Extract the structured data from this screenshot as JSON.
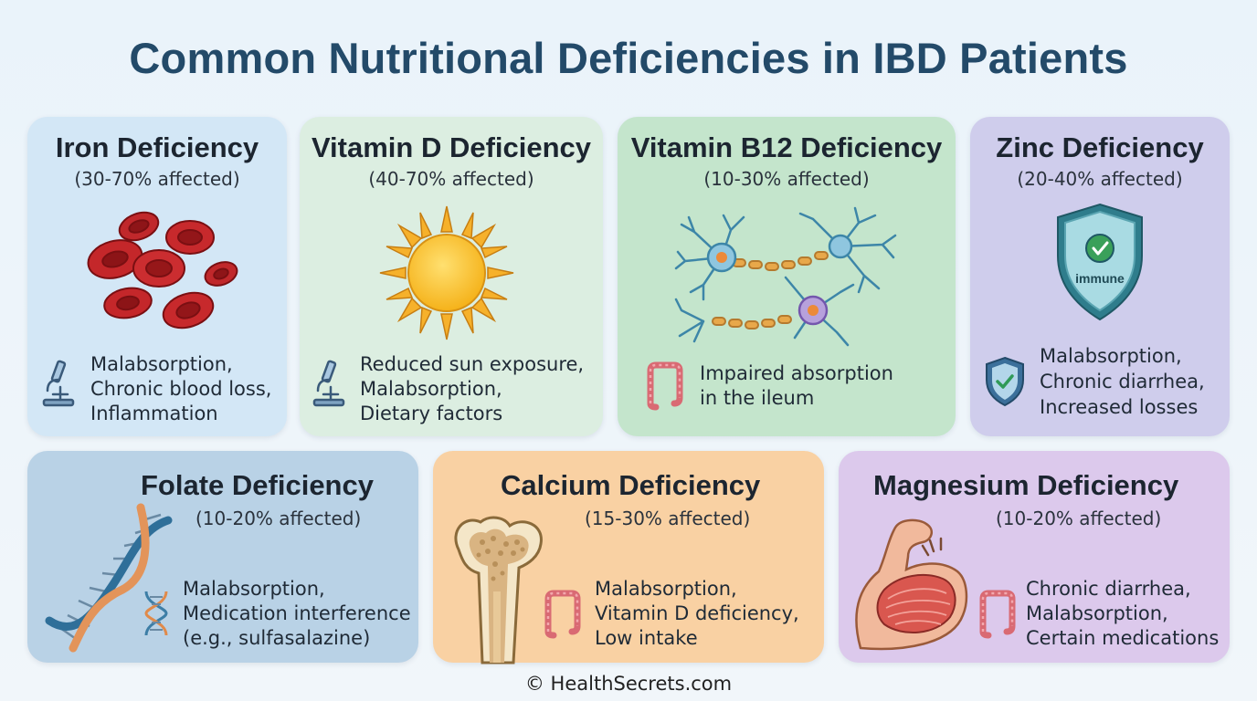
{
  "title": "Common Nutritional Deficiencies in IBD Patients",
  "cards": [
    {
      "id": "iron",
      "title": "Iron Deficiency",
      "subtitle": "(30-70% affected)",
      "causes": [
        "Malabsorption,",
        "Chronic blood loss,",
        "Inflammation"
      ],
      "color": "#d3e7f6",
      "illustration": "red-blood-cells-icon",
      "cause_icon": "microscope-icon"
    },
    {
      "id": "vitamin-d",
      "title": "Vitamin D Deficiency",
      "subtitle": "(40-70% affected)",
      "causes": [
        "Reduced sun exposure,",
        "Malabsorption,",
        "Dietary factors"
      ],
      "color": "#dceee1",
      "illustration": "sun-icon",
      "cause_icon": "microscope-icon"
    },
    {
      "id": "vitamin-b12",
      "title": "Vitamin B12 Deficiency",
      "subtitle": "(10-30% affected)",
      "causes": [
        "Impaired absorption",
        "in the ileum"
      ],
      "color": "#c4e5cc",
      "illustration": "neurons-icon",
      "cause_icon": "intestine-icon"
    },
    {
      "id": "zinc",
      "title": "Zinc Deficiency",
      "subtitle": "(20-40% affected)",
      "causes": [
        "Malabsorption,",
        "Chronic diarrhea,",
        "Increased losses"
      ],
      "color": "#cfcdec",
      "illustration": "immune-shield-icon",
      "illustration_label": "immune",
      "cause_icon": "shield-check-icon"
    },
    {
      "id": "folate",
      "title": "Folate Deficiency",
      "subtitle": "(10-20% affected)",
      "causes": [
        "Malabsorption,",
        "Medication interference",
        "(e.g., sulfasalazine)"
      ],
      "color": "#b9d2e6",
      "illustration": "dna-helix-icon",
      "cause_icon": "dna-icon"
    },
    {
      "id": "calcium",
      "title": "Calcium Deficiency",
      "subtitle": "(15-30% affected)",
      "causes": [
        "Malabsorption,",
        "Vitamin D deficiency,",
        "Low intake"
      ],
      "color": "#f9d1a3",
      "illustration": "bone-icon",
      "cause_icon": "intestine-icon"
    },
    {
      "id": "magnesium",
      "title": "Magnesium Deficiency",
      "subtitle": "(10-20% affected)",
      "causes": [
        "Chronic diarrhea,",
        "Malabsorption,",
        "Certain medications"
      ],
      "color": "#dcc9ec",
      "illustration": "flexed-arm-muscle-icon",
      "cause_icon": "intestine-icon"
    }
  ],
  "footer": "© HealthSecrets.com"
}
